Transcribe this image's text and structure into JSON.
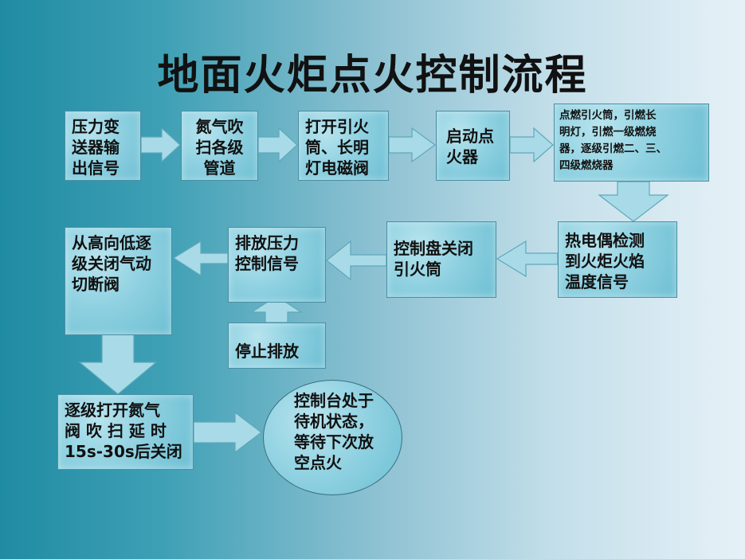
{
  "title": "地面火炬点火控制流程",
  "steps": {
    "s1": "压力变\n送器输\n出信号",
    "s2": "氮气吹\n扫各级\n管道",
    "s3": "打开引火\n筒、长明\n灯电磁阀",
    "s4": "启动点\n火器",
    "s5": "点燃引火筒，引燃长\n明灯，引燃一级燃烧\n器，逐级引燃二、三、\n四级燃烧器",
    "s6": "热电偶检测\n到火炬火焰\n温度信号",
    "s7": "控制盘关闭\n引火筒",
    "s8": "排放压力\n控制信号",
    "s9": "停止排放",
    "s10": "从高向低逐\n级关闭气动\n切断阀",
    "s11": "逐级打开氮气\n阀 吹 扫 延 时\n15s-30s后关闭",
    "s12": "控制台处于\n待机状态，\n等待下次放\n空点火"
  },
  "colors": {
    "box_fill": "#8fd1e1",
    "arrow_fill": "#a8dbe7",
    "title": "#111111"
  }
}
